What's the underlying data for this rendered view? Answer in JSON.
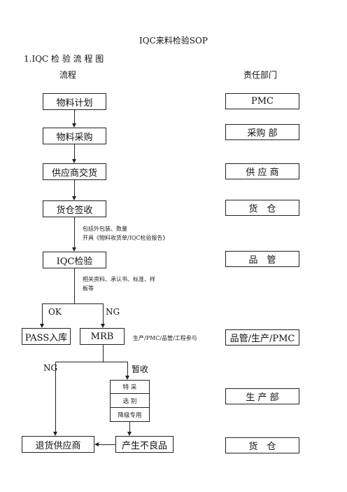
{
  "title": "IQC来料检验SOP",
  "section": "1.IQC 检 验 流 程 图",
  "col_flow": "流程",
  "col_dept": "责任部门",
  "flow": {
    "plan": "物料计划",
    "purchase": "物料采购",
    "deliver": "供应商交货",
    "receive": "货仓签收",
    "iqc": "IQC检验",
    "pass": "PASS入库",
    "mrb": "MRB",
    "return": "退货供应商",
    "defect": "产生不良品"
  },
  "notes": {
    "receive_1": "包括外包装、数量",
    "receive_2": "开具《物料收货单/IQC检验报告》",
    "iqc_1": "相关资料、承认书、标准、样",
    "iqc_2": "板等",
    "mrb": "生产/PMC/品管/工程参与"
  },
  "labels": {
    "ok": "OK",
    "ng_top": "NG",
    "ng_left": "NG",
    "hold": "暂收"
  },
  "options": [
    "特 采",
    "选 别",
    "降级专用"
  ],
  "dept": {
    "pmc": "PMC",
    "purchase": "采购 部",
    "supplier": "供 应 商",
    "warehouse1": "货　仓",
    "qc": "品　管",
    "mrb": "品管/生产/PMC",
    "production": "生 产 部",
    "warehouse2": "货　仓"
  }
}
